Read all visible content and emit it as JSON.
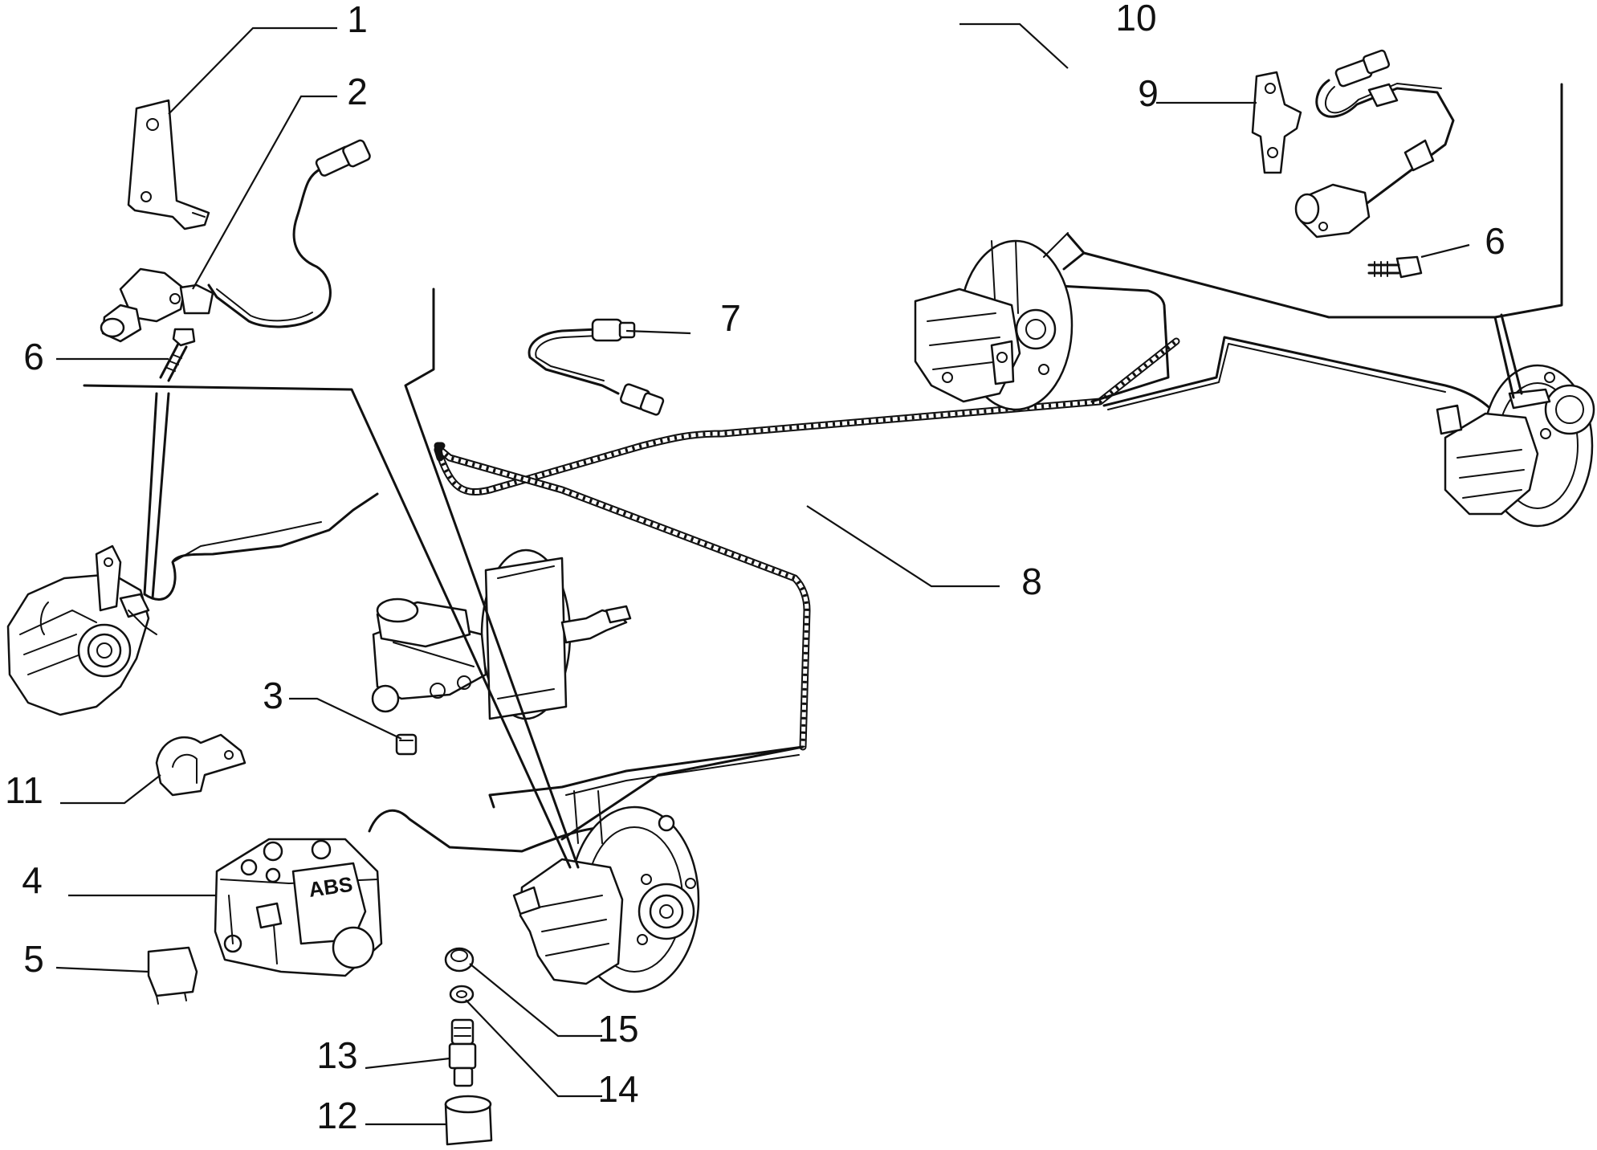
{
  "diagram": {
    "callouts": [
      {
        "id": "c1",
        "label": "1"
      },
      {
        "id": "c2",
        "label": "2"
      },
      {
        "id": "c3",
        "label": "3"
      },
      {
        "id": "c4",
        "label": "4"
      },
      {
        "id": "c5",
        "label": "5"
      },
      {
        "id": "c6a",
        "label": "6"
      },
      {
        "id": "c6b",
        "label": "6"
      },
      {
        "id": "c7",
        "label": "7"
      },
      {
        "id": "c8",
        "label": "8"
      },
      {
        "id": "c9",
        "label": "9"
      },
      {
        "id": "c10",
        "label": "10"
      },
      {
        "id": "c11",
        "label": "11"
      },
      {
        "id": "c12",
        "label": "12"
      },
      {
        "id": "c13",
        "label": "13"
      },
      {
        "id": "c14",
        "label": "14"
      },
      {
        "id": "c15",
        "label": "15"
      }
    ],
    "abs_unit_marking": "ABS"
  }
}
